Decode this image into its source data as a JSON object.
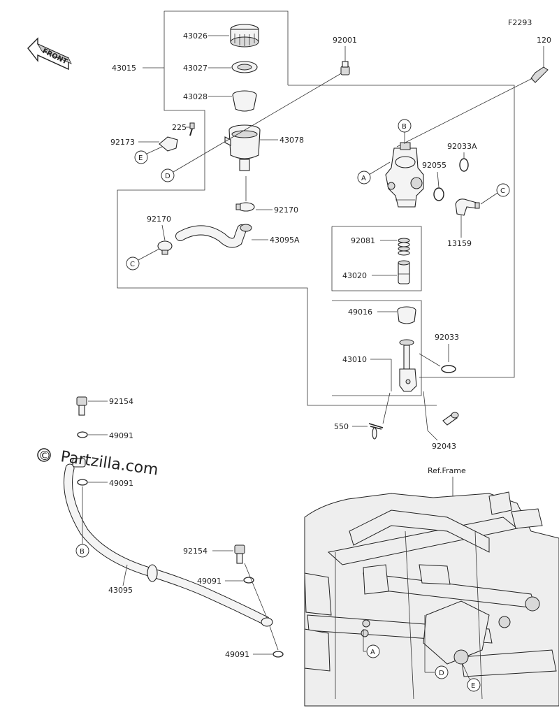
{
  "diagram_code": "F2293",
  "front_label": "FRONT",
  "watermark": "Partzilla.com",
  "watermark_symbol": "©",
  "ref_frame_label": "Ref.Frame",
  "parts": {
    "p43026": "43026",
    "p43027": "43027",
    "p43028": "43028",
    "p43015": "43015",
    "p43078": "43078",
    "p225": "225",
    "p92173": "92173",
    "p92170_top": "92170",
    "p92170_left": "92170",
    "p43095A": "43095A",
    "p92001": "92001",
    "p120": "120",
    "p92033A": "92033A",
    "p92055": "92055",
    "p13159": "13159",
    "p92081": "92081",
    "p43020": "43020",
    "p49016": "49016",
    "p43010": "43010",
    "p92033": "92033",
    "p550": "550",
    "p92043": "92043",
    "p92154_top": "92154",
    "p49091_top": "49091",
    "p49091_mid": "49091",
    "p43095": "43095",
    "p92154_bot": "92154",
    "p49091_bot1": "49091",
    "p49091_bot2": "49091"
  },
  "callouts": {
    "A1": "A",
    "B1": "B",
    "C1": "C",
    "C2": "C",
    "D1": "D",
    "E1": "E",
    "B2": "B",
    "A2": "A",
    "D2": "D",
    "E2": "E"
  }
}
